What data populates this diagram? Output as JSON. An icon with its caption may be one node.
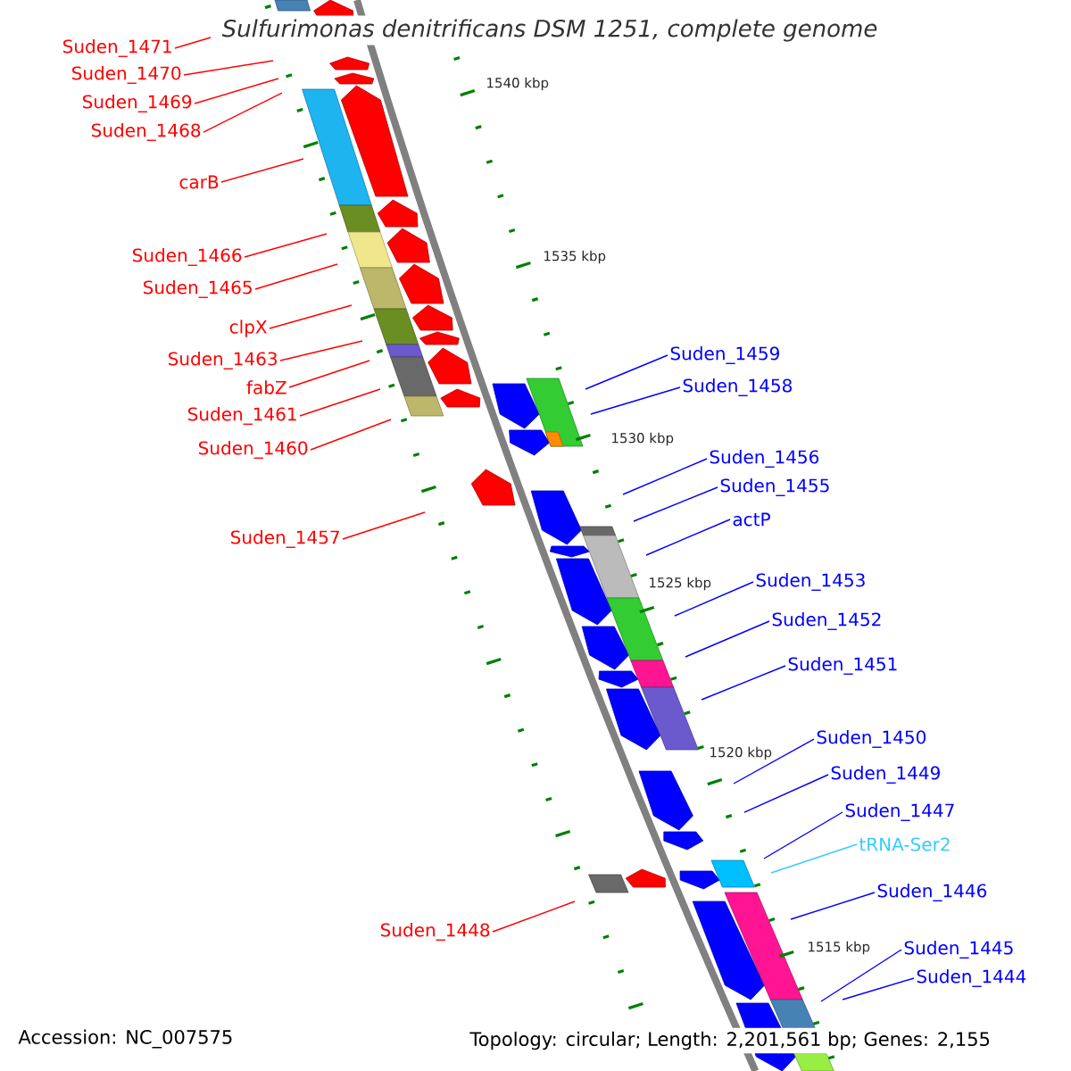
{
  "diagram": {
    "title": "Sulfurimonas denitrificans DSM 1251, complete genome",
    "nodes": [
      {
        "text": [
          "Suden_1471"
        ]
      },
      {
        "text": [
          "Suden_1470"
        ]
      },
      {
        "text": [
          "Suden_1469"
        ]
      },
      {
        "text": [
          "Suden_1468"
        ]
      },
      {
        "text": [
          "carB"
        ]
      },
      {
        "text": [
          "Suden_1466"
        ]
      },
      {
        "text": [
          "Suden_1465"
        ]
      },
      {
        "text": [
          "clpX"
        ]
      },
      {
        "text": [
          "Suden_1463"
        ]
      },
      {
        "text": [
          "fabZ"
        ]
      },
      {
        "text": [
          "Suden_1461"
        ]
      },
      {
        "text": [
          "Suden_1460"
        ]
      },
      {
        "text": [
          "Suden_1459"
        ]
      },
      {
        "text": [
          "Suden_1458"
        ]
      },
      {
        "text": [
          "Suden_1457"
        ]
      },
      {
        "text": [
          "Suden_1456"
        ]
      },
      {
        "text": [
          "Suden_1455"
        ]
      },
      {
        "text": [
          "actP"
        ]
      },
      {
        "text": [
          "Suden_1453"
        ]
      },
      {
        "text": [
          "Suden_1452"
        ]
      },
      {
        "text": [
          "Suden_1451"
        ]
      },
      {
        "text": [
          "Suden_1450"
        ]
      },
      {
        "text": [
          "Suden_1449"
        ]
      },
      {
        "text": [
          "Suden_1448"
        ]
      },
      {
        "text": [
          "Suden_1447"
        ]
      },
      {
        "text": [
          "tRNA-Ser2"
        ]
      },
      {
        "text": [
          "Suden_1446"
        ]
      },
      {
        "text": [
          "Suden_1445"
        ]
      },
      {
        "text": [
          "Suden_1444"
        ]
      }
    ],
    "edges": [
      {
        "from": 0,
        "to": null,
        "arrow": "none",
        "color": "#ff0000"
      },
      {
        "from": 1,
        "to": null,
        "arrow": "none",
        "color": "#ff0000"
      },
      {
        "from": 2,
        "to": null,
        "arrow": "none",
        "color": "#ff0000"
      },
      {
        "from": 3,
        "to": null,
        "arrow": "none",
        "color": "#ff0000"
      },
      {
        "from": 4,
        "to": null,
        "arrow": "none",
        "color": "#ff0000"
      },
      {
        "from": 5,
        "to": null,
        "arrow": "none",
        "color": "#ff0000"
      },
      {
        "from": 6,
        "to": null,
        "arrow": "none",
        "color": "#ff0000"
      },
      {
        "from": 7,
        "to": null,
        "arrow": "none",
        "color": "#ff0000"
      },
      {
        "from": 8,
        "to": null,
        "arrow": "none",
        "color": "#ff0000"
      },
      {
        "from": 9,
        "to": null,
        "arrow": "none",
        "color": "#ff0000"
      },
      {
        "from": 10,
        "to": null,
        "arrow": "none",
        "color": "#ff0000"
      },
      {
        "from": 11,
        "to": null,
        "arrow": "none",
        "color": "#ff0000"
      },
      {
        "from": 12,
        "to": null,
        "arrow": "none",
        "color": "#0000ff"
      },
      {
        "from": 13,
        "to": null,
        "arrow": "none",
        "color": "#0000ff"
      },
      {
        "from": 14,
        "to": null,
        "arrow": "none",
        "color": "#ff0000"
      },
      {
        "from": 15,
        "to": null,
        "arrow": "none",
        "color": "#0000ff"
      },
      {
        "from": 16,
        "to": null,
        "arrow": "none",
        "color": "#0000ff"
      },
      {
        "from": 17,
        "to": null,
        "arrow": "none",
        "color": "#0000ff"
      },
      {
        "from": 18,
        "to": null,
        "arrow": "none",
        "color": "#0000ff"
      },
      {
        "from": 19,
        "to": null,
        "arrow": "none",
        "color": "#0000ff"
      },
      {
        "from": 20,
        "to": null,
        "arrow": "none",
        "color": "#0000ff"
      },
      {
        "from": 21,
        "to": null,
        "arrow": "none",
        "color": "#0000ff"
      },
      {
        "from": 22,
        "to": null,
        "arrow": "none",
        "color": "#0000ff"
      },
      {
        "from": 23,
        "to": null,
        "arrow": "none",
        "color": "#ff0000"
      },
      {
        "from": 24,
        "to": null,
        "arrow": "none",
        "color": "#0000ff"
      },
      {
        "from": 25,
        "to": null,
        "arrow": "none",
        "color": "#33ccff"
      },
      {
        "from": 26,
        "to": null,
        "arrow": "none",
        "color": "#0000ff"
      },
      {
        "from": 27,
        "to": null,
        "arrow": "none",
        "color": "#0000ff"
      },
      {
        "from": 28,
        "to": null,
        "arrow": "none",
        "color": "#0000ff"
      }
    ],
    "labels": [
      "1540 kbp",
      "1535 kbp",
      "1530 kbp",
      "1525 kbp",
      "1520 kbp",
      "1515 kbp",
      "Accession: NC_007575",
      "Topology: circular; Length: 2,201,561 bp; Genes: 2,155"
    ]
  }
}
